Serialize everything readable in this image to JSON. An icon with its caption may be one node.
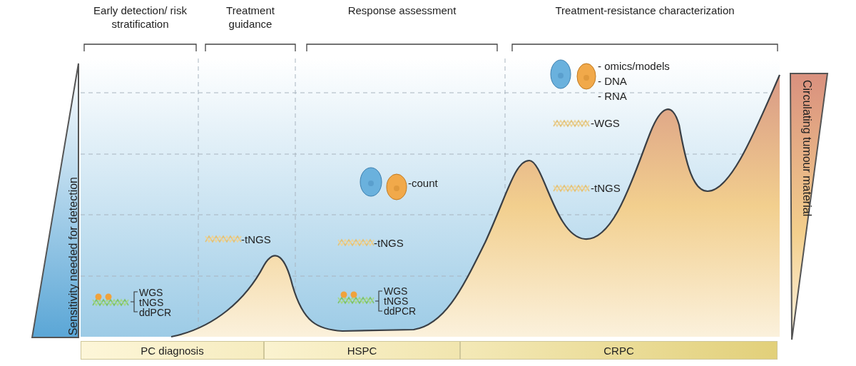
{
  "diagram": {
    "nodes": [
      {
        "text": [
          "Sensitivity needed for detection"
        ]
      },
      {
        "text": [
          "Circulating tumour material"
        ]
      },
      {
        "text": [
          "PC diagnosis"
        ]
      },
      {
        "text": [
          "HSPC"
        ]
      },
      {
        "text": [
          "CRPC"
        ]
      }
    ],
    "labels": [
      "Early detection/ risk stratification",
      "Treatment guidance",
      "Response assessment",
      "Treatment-resistance characterization",
      "- omics/models",
      "- DNA",
      "- RNA",
      "-WGS",
      "-count",
      "-tNGS",
      "-tNGS",
      "-tNGS",
      "WGS",
      "tNGS",
      "ddPCR",
      "WGS",
      "tNGS",
      "ddPCR"
    ]
  }
}
